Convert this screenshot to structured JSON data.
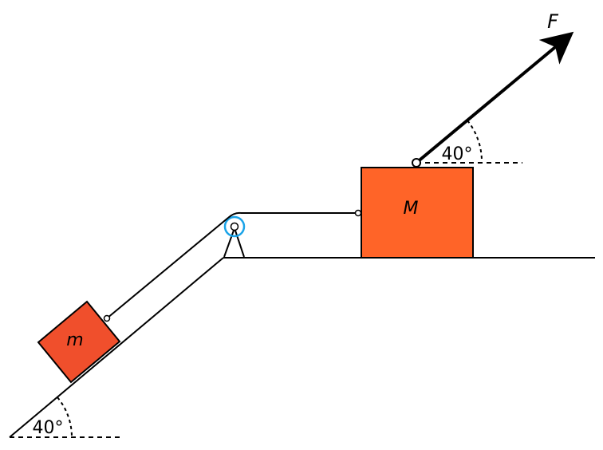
{
  "labels": {
    "force": "F",
    "big_mass": "M",
    "small_mass": "m",
    "force_angle": "40°",
    "incline_angle": "40°"
  },
  "colors": {
    "big_block": "#ff6428",
    "small_block": "#f04f2c",
    "pulley": "#1aa3e8",
    "line": "#000000"
  }
}
